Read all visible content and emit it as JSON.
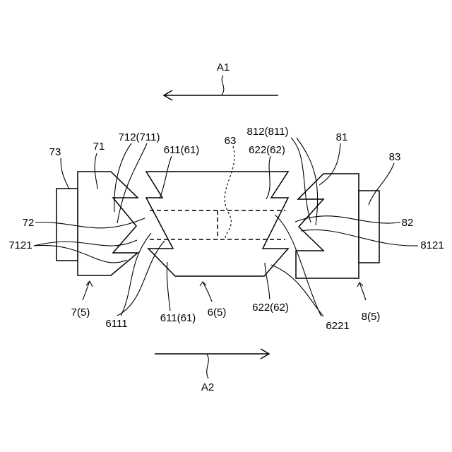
{
  "labels": {
    "a1": "A1",
    "a2": "A2",
    "l73": "73",
    "l71": "71",
    "l712": "712(711)",
    "l611_top": "611(61)",
    "l63": "63",
    "l812": "812(811)",
    "l622_top": "622(62)",
    "l81": "81",
    "l83": "83",
    "l72": "72",
    "l7121": "7121",
    "l82": "82",
    "l8121": "8121",
    "l7_5": "7(5)",
    "l6_5": "6(5)",
    "l8_5": "8(5)",
    "l6111": "6111",
    "l611_bottom": "611(61)",
    "l622_bottom": "622(62)",
    "l6221": "6221"
  }
}
